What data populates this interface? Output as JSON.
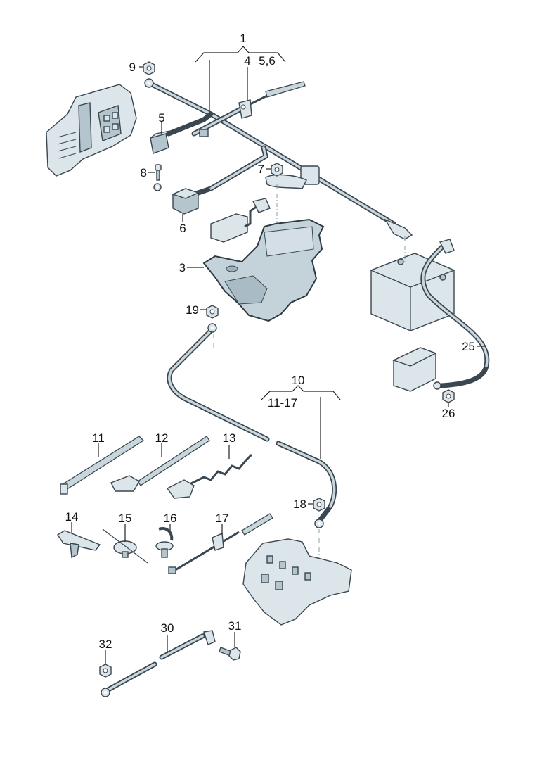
{
  "title": "Battery cable / wiring harness exploded parts diagram",
  "colors": {
    "background": "#ffffff",
    "part_fill": "#dbe5ea",
    "part_outline": "#3a4650",
    "label_text": "#111111"
  },
  "groups": [
    {
      "id": "1",
      "label": "1",
      "sub_labels": [
        "4",
        "5,6"
      ]
    },
    {
      "id": "10",
      "label": "10",
      "sub_labels": [
        "11-17"
      ]
    }
  ],
  "callouts": [
    {
      "id": "1",
      "label": "1",
      "part": "wiring harness (group)"
    },
    {
      "id": "3",
      "label": "3",
      "part": "battery tray"
    },
    {
      "id": "4",
      "label": "4",
      "part": "cable clip"
    },
    {
      "id": "5",
      "label": "5",
      "part": "connector"
    },
    {
      "id": "5-6",
      "label": "5,6",
      "part": "connector / relay (group sub-label)"
    },
    {
      "id": "6",
      "label": "6",
      "part": "relay"
    },
    {
      "id": "7",
      "label": "7",
      "part": "nut"
    },
    {
      "id": "8",
      "label": "8",
      "part": "bolt"
    },
    {
      "id": "9",
      "label": "9",
      "part": "nut"
    },
    {
      "id": "10",
      "label": "10",
      "part": "battery cable (group)"
    },
    {
      "id": "11-17",
      "label": "11-17",
      "part": "cable ties and clips (group sub-label)"
    },
    {
      "id": "11",
      "label": "11",
      "part": "cable tie"
    },
    {
      "id": "12",
      "label": "12",
      "part": "cable tie with clip"
    },
    {
      "id": "13",
      "label": "13",
      "part": "cable tie with bracket"
    },
    {
      "id": "14",
      "label": "14",
      "part": "holder clip"
    },
    {
      "id": "15",
      "label": "15",
      "part": "round clip"
    },
    {
      "id": "16",
      "label": "16",
      "part": "loop clip"
    },
    {
      "id": "17",
      "label": "17",
      "part": "cable tie with holder"
    },
    {
      "id": "18",
      "label": "18",
      "part": "nut"
    },
    {
      "id": "19",
      "label": "19",
      "part": "nut"
    },
    {
      "id": "25",
      "label": "25",
      "part": "ground cable"
    },
    {
      "id": "26",
      "label": "26",
      "part": "nut"
    },
    {
      "id": "30",
      "label": "30",
      "part": "ground strap"
    },
    {
      "id": "31",
      "label": "31",
      "part": "bolt"
    },
    {
      "id": "32",
      "label": "32",
      "part": "nut"
    }
  ]
}
